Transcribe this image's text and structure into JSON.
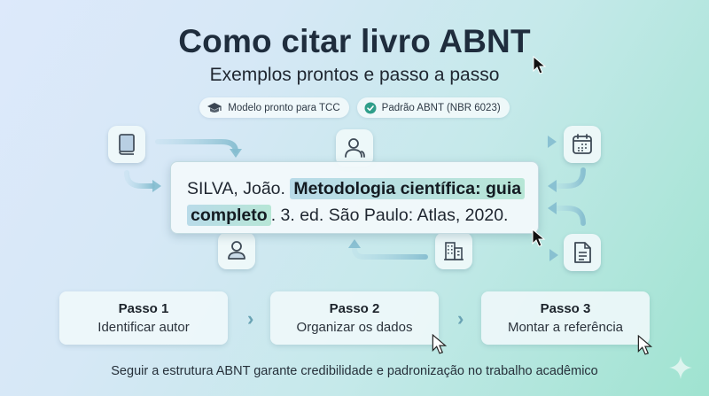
{
  "header": {
    "title": "Como citar livro ABNT",
    "subtitle": "Exemplos prontos e passo a passo"
  },
  "badges": [
    {
      "icon": "graduation-cap-icon",
      "label": "Modelo pronto para TCC"
    },
    {
      "icon": "check-circle-icon",
      "label": "Padrão ABNT (NBR 6023)",
      "color": "#2f9e8a"
    }
  ],
  "citation": {
    "author": "SILVA, João. ",
    "title_part1": "Metodologia científica: guia",
    "title_part2": "completo",
    "rest": ". 3. ed. São Paulo: Atlas, 2020."
  },
  "icons": {
    "book": "book-icon",
    "author_top": "person-icon",
    "calendar": "calendar-icon",
    "author_bottom": "user-icon",
    "publisher": "building-icon",
    "document": "document-icon"
  },
  "steps": [
    {
      "title": "Passo 1",
      "desc": "Identificar autor"
    },
    {
      "title": "Passo 2",
      "desc": "Organizar os dados"
    },
    {
      "title": "Passo 3",
      "desc": "Montar a referência"
    }
  ],
  "chevron": "›",
  "footer": "Seguir a estrutura ABNT garante credibilidade e padronização no trabalho acadêmico",
  "colors": {
    "arrow": "#8ec3d6",
    "highlight_start": "#b9dbe9",
    "highlight_end": "#b7e6d6",
    "title": "#1f2d3d"
  }
}
